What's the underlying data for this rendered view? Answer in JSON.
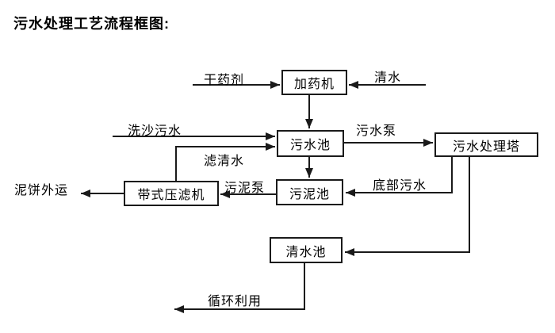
{
  "title": "污水处理工艺流程框图:",
  "colors": {
    "background": "#ffffff",
    "line": "#1a1a1a",
    "box_border": "#1a1a1a",
    "text": "#000000"
  },
  "nodes": {
    "dosing_machine": {
      "label": "加药机"
    },
    "sewage_pool": {
      "label": "污水池"
    },
    "treatment_tower": {
      "label": "污水处理塔"
    },
    "sludge_pool": {
      "label": "污泥池"
    },
    "belt_filter_press": {
      "label": "带式压滤机"
    },
    "clear_water_pool": {
      "label": "清水池"
    }
  },
  "edges": {
    "dry_chemical_in": {
      "label": "干药剂",
      "from": "external",
      "to": "加药机"
    },
    "clear_water_in": {
      "label": "清水",
      "from": "external",
      "to": "加药机"
    },
    "dosing_to_sewage_pool": {
      "label": "",
      "from": "加药机",
      "to": "污水池"
    },
    "sand_washing_in": {
      "label": "洗沙污水",
      "from": "external",
      "to": "污水池"
    },
    "filtered_water_return": {
      "label": "滤清水",
      "from": "带式压滤机",
      "to": "污水池"
    },
    "sewage_pump": {
      "label": "污水泵",
      "from": "污水池",
      "to": "污水处理塔"
    },
    "sewage_to_sludge": {
      "label": "",
      "from": "污水池",
      "to": "污泥池"
    },
    "sludge_pump": {
      "label": "污泥泵",
      "from": "污泥池",
      "to": "带式压滤机"
    },
    "mud_cake_out": {
      "label": "泥饼外运",
      "from": "带式压滤机",
      "to": "external"
    },
    "bottom_sewage_return": {
      "label": "底部污水",
      "from": "污水处理塔",
      "to": "污泥池"
    },
    "tower_to_clear_pool": {
      "label": "",
      "from": "污水处理塔",
      "to": "清水池"
    },
    "recycle_out": {
      "label": "循环利用",
      "from": "清水池",
      "to": "external"
    }
  }
}
